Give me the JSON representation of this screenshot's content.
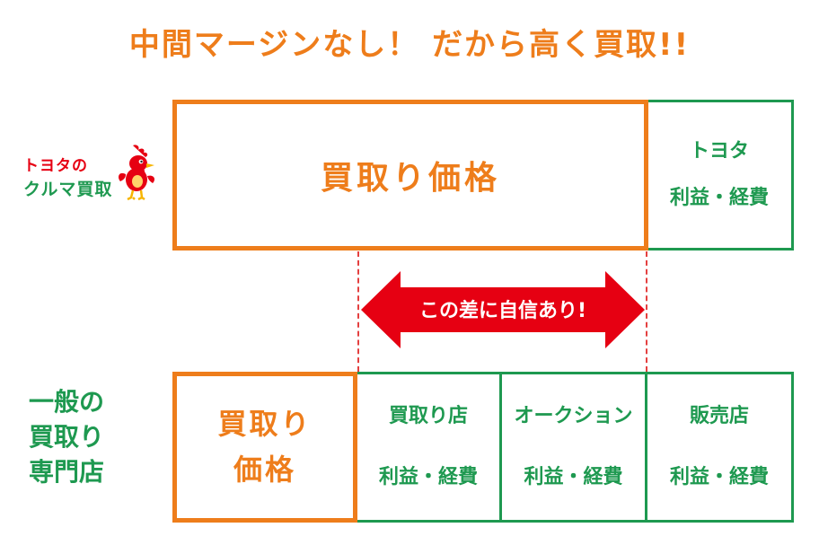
{
  "title": "中間マージンなし！ だから高く買取!!",
  "logo": {
    "line1": "トヨタの",
    "line2": "クルマ買取"
  },
  "toyota_row": {
    "price_label": "買取り価格",
    "margin_top": "トヨタ",
    "margin_bottom": "利益・経費"
  },
  "arrow_label": "この差に自信あり!",
  "general_row": {
    "label_lines": [
      "一般の",
      "買取り",
      "専門店"
    ],
    "price_lines": [
      "買取り",
      "価格"
    ],
    "cells": [
      {
        "top": "買取り店",
        "bottom": "利益・経費"
      },
      {
        "top": "オークション",
        "bottom": "利益・経費"
      },
      {
        "top": "販売店",
        "bottom": "利益・経費"
      }
    ]
  },
  "colors": {
    "orange": "#ee7d1b",
    "green": "#1e9950",
    "red": "#e60012"
  },
  "icons": {
    "mascot": "rooster-mascot-icon",
    "arrow": "double-arrow-icon"
  }
}
